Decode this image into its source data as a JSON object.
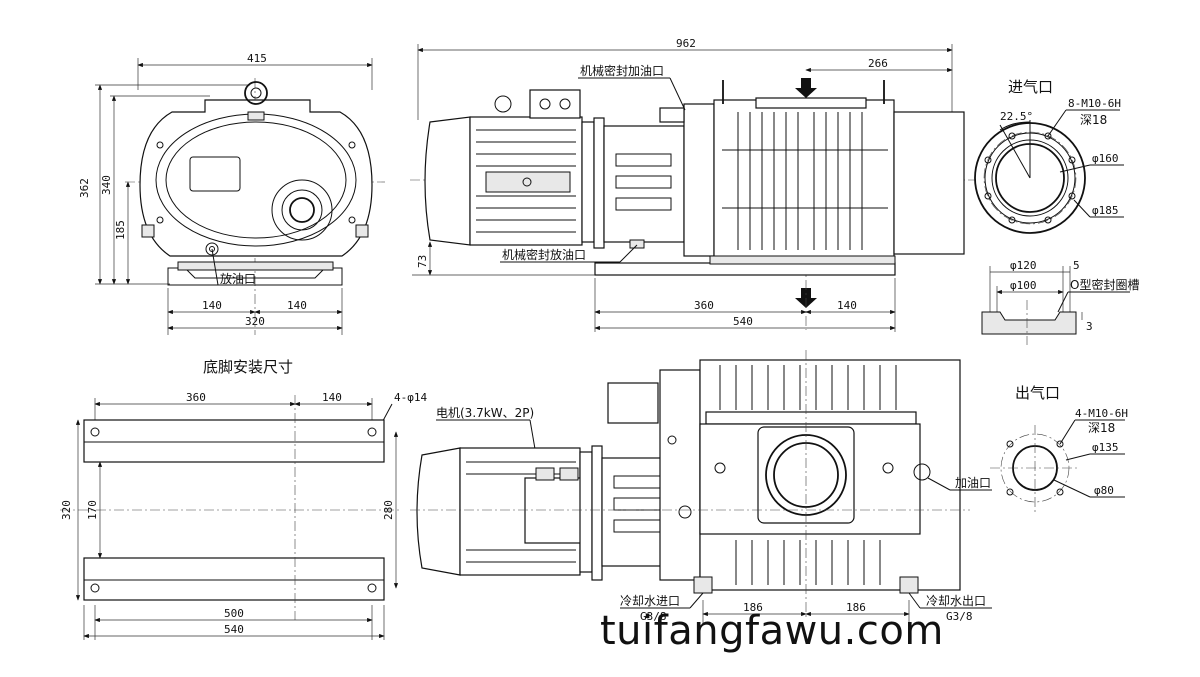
{
  "dimensions": {
    "front_width": "415",
    "front_height_total": "362",
    "front_height_body": "340",
    "front_center_height": "185",
    "front_foot_left": "140",
    "front_foot_right": "140",
    "front_foot_span": "320",
    "side_length": "962",
    "side_inlet_offset": "266",
    "side_shaft_height": "73",
    "side_base_left": "360",
    "side_base_right": "140",
    "side_base_length": "540",
    "inlet_angle": "22.5°",
    "inlet_bolts": "8-M10-6H",
    "inlet_depth": "深18",
    "inlet_d1": "φ160",
    "inlet_d2": "φ185",
    "oring_d1": "φ120",
    "oring_d2": "φ100",
    "oring_w": "5",
    "oring_h": "3",
    "foot_left": "360",
    "foot_right": "140",
    "foot_holes": "4-φ14",
    "foot_height": "320",
    "foot_inner": "170",
    "foot_inner2": "280",
    "foot_len1": "500",
    "foot_len2": "540",
    "outlet_bolts": "4-M10-6H",
    "outlet_depth": "深18",
    "outlet_d1": "φ135",
    "outlet_d2": "φ80",
    "water_left": "186",
    "water_right": "186"
  },
  "labels": {
    "drain_port": "放油口",
    "seal_fill": "机械密封加油口",
    "seal_drain": "机械密封放油口",
    "inlet": "进气口",
    "oring_groove": "O型密封圈槽",
    "foot_title": "底脚安装尺寸",
    "motor": "电机(3.7kW、2P)",
    "outlet": "出气口",
    "fill_port": "加油口",
    "water_in": "冷却水进口",
    "water_out": "冷却水出口",
    "thread_in": "G3/8",
    "thread_out": "G3/8"
  },
  "watermark": "tuifangfawu.com"
}
